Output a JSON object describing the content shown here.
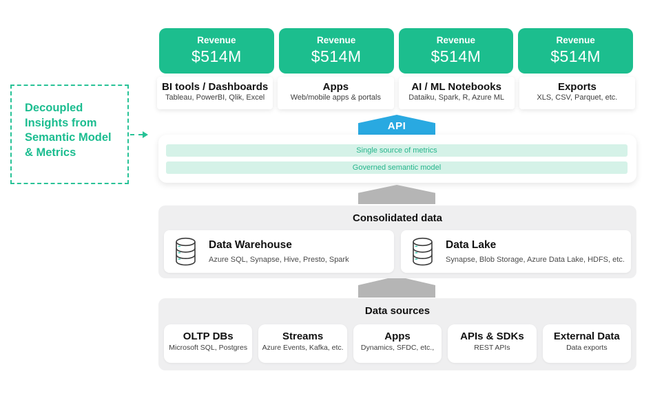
{
  "annotation": {
    "lines": [
      "Decoupled",
      "Insights from",
      "Semantic Model",
      "& Metrics"
    ]
  },
  "colors": {
    "brand_green": "#1cbe8e",
    "api_blue": "#29a9e1",
    "mint_bar_bg": "#d5f2e8",
    "mint_bar_text": "#27b58c",
    "gray_arrow": "#b5b5b5",
    "section_bg": "#efeff0"
  },
  "metrics_cards": [
    {
      "title": "Revenue",
      "value": "$514M"
    },
    {
      "title": "Revenue",
      "value": "$514M"
    },
    {
      "title": "Revenue",
      "value": "$514M"
    },
    {
      "title": "Revenue",
      "value": "$514M"
    }
  ],
  "consumers": [
    {
      "title": "BI tools / Dashboards",
      "subtitle": "Tableau, PowerBI, Qlik, Excel"
    },
    {
      "title": "Apps",
      "subtitle": "Web/mobile apps & portals"
    },
    {
      "title": "AI / ML Notebooks",
      "subtitle": "Dataiku, Spark, R, Azure ML"
    },
    {
      "title": "Exports",
      "subtitle": "XLS, CSV, Parquet, etc."
    }
  ],
  "api": {
    "label": "API"
  },
  "semantic_layer": {
    "bars": [
      "Single source of metrics",
      "Governed semantic model"
    ]
  },
  "consolidated": {
    "title": "Consolidated data",
    "items": [
      {
        "title": "Data Warehouse",
        "subtitle": "Azure SQL, Synapse, Hive, Presto, Spark"
      },
      {
        "title": "Data Lake",
        "subtitle": "Synapse, Blob Storage, Azure Data Lake, HDFS,  etc."
      }
    ]
  },
  "sources": {
    "title": "Data sources",
    "items": [
      {
        "title": "OLTP DBs",
        "subtitle": "Microsoft SQL, Postgres"
      },
      {
        "title": "Streams",
        "subtitle": "Azure Events, Kafka, etc."
      },
      {
        "title": "Apps",
        "subtitle": "Dynamics, SFDC, etc.,"
      },
      {
        "title": "APIs & SDKs",
        "subtitle": "REST APIs"
      },
      {
        "title": "External Data",
        "subtitle": "Data exports"
      }
    ]
  }
}
